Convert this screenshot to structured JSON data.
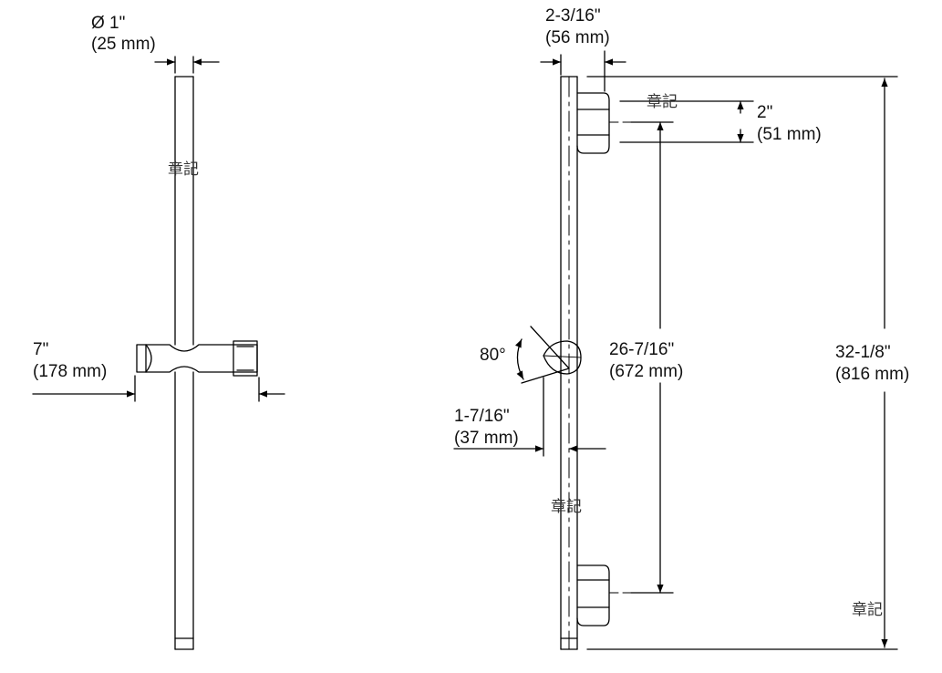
{
  "front_view": {
    "diameter": {
      "imperial": "Ø 1\"",
      "metric": "(25 mm)"
    },
    "slide_projection": {
      "imperial": "7\"",
      "metric": "(178 mm)"
    },
    "stamp": "章記"
  },
  "side_view": {
    "bar_depth": {
      "imperial": "2-3/16\"",
      "metric": "(56 mm)"
    },
    "bracket_height": {
      "imperial": "2\"",
      "metric": "(51 mm)"
    },
    "holder_angle": "80°",
    "mount_spacing": {
      "imperial": "26-7/16\"",
      "metric": "(672 mm)"
    },
    "overall_length": {
      "imperial": "32-1/8\"",
      "metric": "(816 mm)"
    },
    "holder_offset": {
      "imperial": "1-7/16\"",
      "metric": "(37 mm)"
    },
    "stamps": [
      "章記",
      "章記",
      "章記"
    ]
  }
}
